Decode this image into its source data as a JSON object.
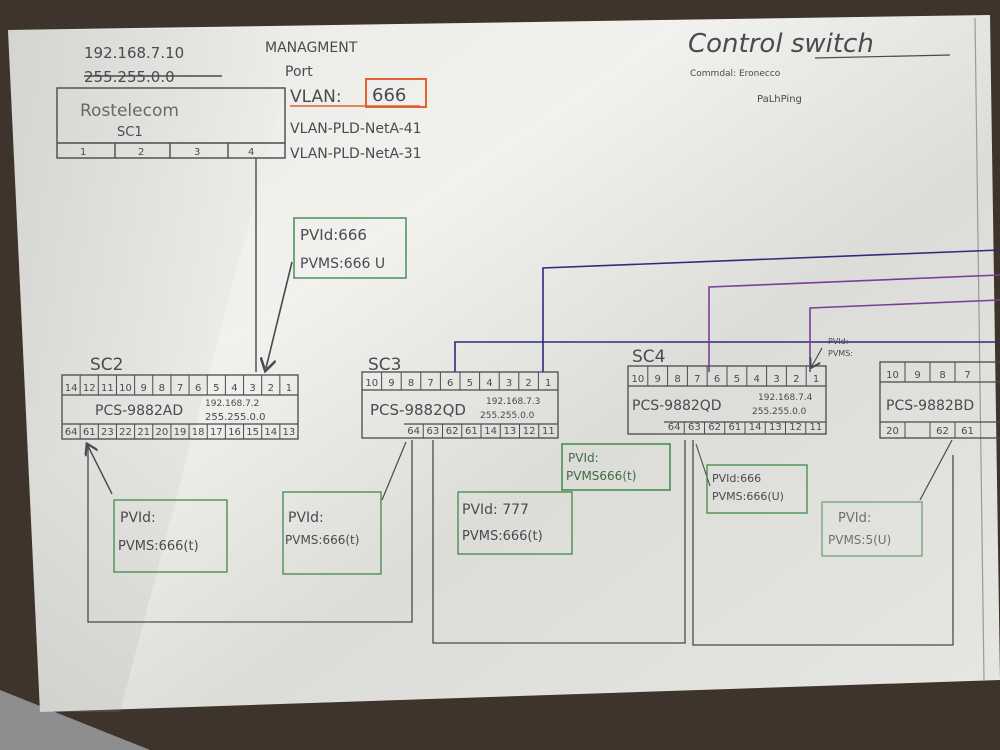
{
  "sc1": {
    "ip": "192.168.7.10",
    "mask": "255.255.0.0",
    "name": "Rostelecom",
    "label": "SC1",
    "ports": [
      "1",
      "2",
      "3",
      "4"
    ]
  },
  "mgmt": {
    "line1": "MANAGMENT",
    "line2": "Port",
    "vlan_prefix": "VLAN:",
    "vlan_value": "666",
    "vlan_a": "VLAN-PLD-NetA-41",
    "vlan_b": "VLAN-PLD-NetA-31"
  },
  "control": {
    "title": "Control switch",
    "line1": "Commdal: Eronecco",
    "line2": "PaLhPing"
  },
  "uplink_box": {
    "pvid": "PVId:666",
    "pvms": "PVMS:666 U"
  },
  "sc2": {
    "label": "SC2",
    "model": "PCS-9882AD",
    "ip": "192.168.7.2",
    "mask": "255.255.0.0",
    "top_ports": [
      "14",
      "12",
      "11",
      "10",
      "9",
      "8",
      "7",
      "6",
      "5",
      "4",
      "3",
      "2",
      "1"
    ],
    "bot_ports": [
      "64",
      "61",
      "23",
      "22",
      "21",
      "20",
      "19",
      "18",
      "17",
      "16",
      "15",
      "14",
      "13"
    ],
    "box_left": {
      "pvid": "PVId:",
      "pvms": "PVMS:666(t)"
    },
    "box_right": {
      "pvid": "PVId:",
      "pvms": "PVMS:666(t)"
    }
  },
  "sc3": {
    "label": "SC3",
    "model": "PCS-9882QD",
    "ip": "192.168.7.3",
    "mask": "255.255.0.0",
    "top_ports": [
      "10",
      "9",
      "8",
      "7",
      "6",
      "5",
      "4",
      "3",
      "2",
      "1"
    ],
    "bot_ports": [
      "64",
      "63",
      "62",
      "61",
      "14",
      "13",
      "12",
      "11"
    ],
    "box": {
      "pvid": "PVId: 777",
      "pvms": "PVMS:666(t)"
    },
    "box_g": {
      "pvid": "PVId:",
      "pvms": "PVMS666(t)"
    }
  },
  "sc4": {
    "label": "SC4",
    "model": "PCS-9882QD",
    "ip": "192.168.7.4",
    "mask": "255.255.0.0",
    "top_ports": [
      "10",
      "9",
      "8",
      "7",
      "6",
      "5",
      "4",
      "3",
      "2",
      "1"
    ],
    "bot_ports": [
      "64",
      "63",
      "62",
      "61",
      "14",
      "13",
      "12",
      "11"
    ],
    "box": {
      "pvid": "PVId:666",
      "pvms": "PVMS:666(U)"
    },
    "note_pvid": "PVId:",
    "note_pvms": "PVMS:"
  },
  "sc5": {
    "model": "PCS-9882BD",
    "top_ports": [
      "10",
      "9",
      "8",
      "7"
    ],
    "bot_ports": [
      "20",
      "",
      "62",
      "61"
    ],
    "box": {
      "pvid": "PVId:",
      "pvms": "PVMS:5(U)"
    }
  },
  "colors": {
    "paper": "#eeeeea",
    "pencil": "#4a4a50",
    "navy": "#2d2c7a",
    "purple": "#7a3f97",
    "green_pen": "#3f8a4a",
    "orange_pen": "#e0622e"
  }
}
